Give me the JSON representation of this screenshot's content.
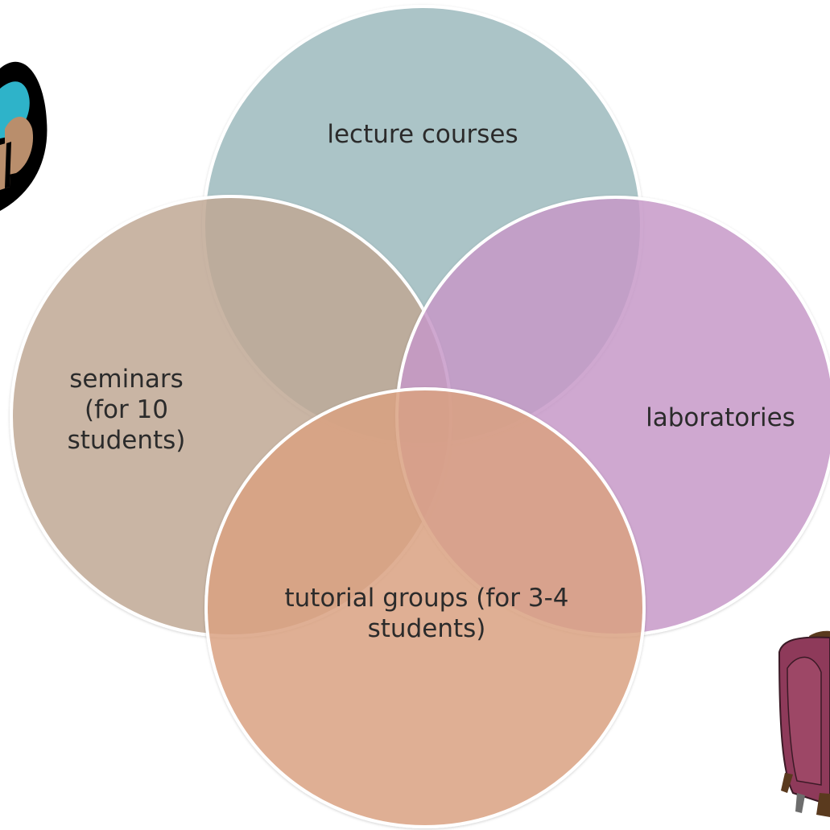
{
  "diagram": {
    "type": "venn",
    "circles": [
      {
        "id": "top",
        "label": "lecture courses",
        "color": "#9fbcbf"
      },
      {
        "id": "left",
        "label": "seminars\n(for 10\nstudents)",
        "color": "#c2a996"
      },
      {
        "id": "right",
        "label": "laboratories",
        "color": "#c99bcb"
      },
      {
        "id": "bottom",
        "label": "tutorial groups (for 3-4\nstudents)",
        "color": "#dda483"
      }
    ]
  },
  "clipart": [
    {
      "name": "person-at-desk-clipart-icon",
      "colors": [
        "#2eb3c9",
        "#b98e6c",
        "#000000"
      ]
    },
    {
      "name": "armchair-clipart-icon",
      "colors": [
        "#8e3a5a",
        "#5a3a1e"
      ]
    }
  ]
}
